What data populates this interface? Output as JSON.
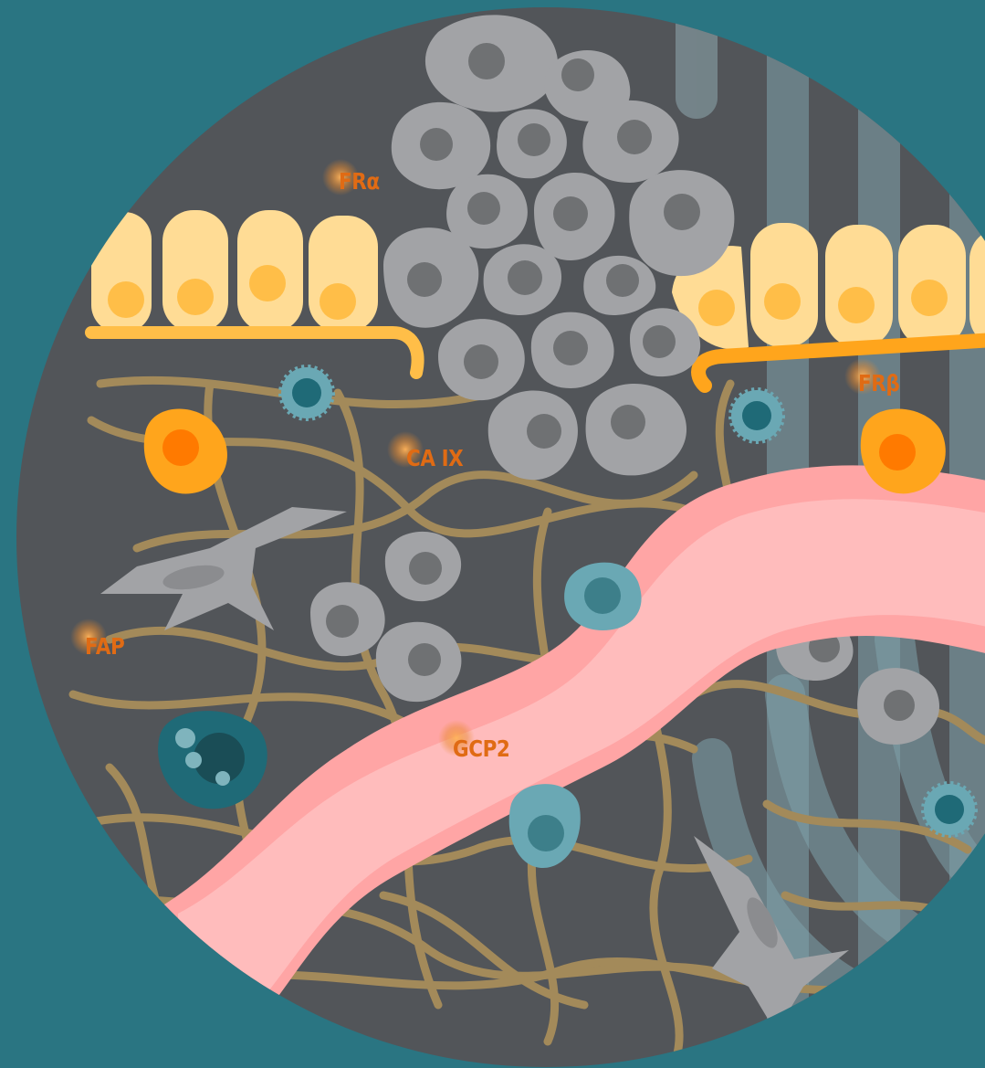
{
  "labels": {
    "fr_alpha": "FRα",
    "fr_beta": "FRβ",
    "ca_ix": "CA IX",
    "fap": "FAP",
    "gcp2": "GCP2"
  },
  "palette": {
    "background": "#2a7582",
    "microenvironment": "#525559",
    "fiber": "#a38a5a",
    "epithelium": "#ffdc95",
    "nucleus_yellow": "#ffbe48",
    "tumor_cell": "#a2a3a6",
    "tumor_nucleus": "#6f7173",
    "vessel": "#ffbcbc",
    "macrophage": "#ff9c1a",
    "immune_cell": "#3d8f9e",
    "label": "#e06b14"
  }
}
